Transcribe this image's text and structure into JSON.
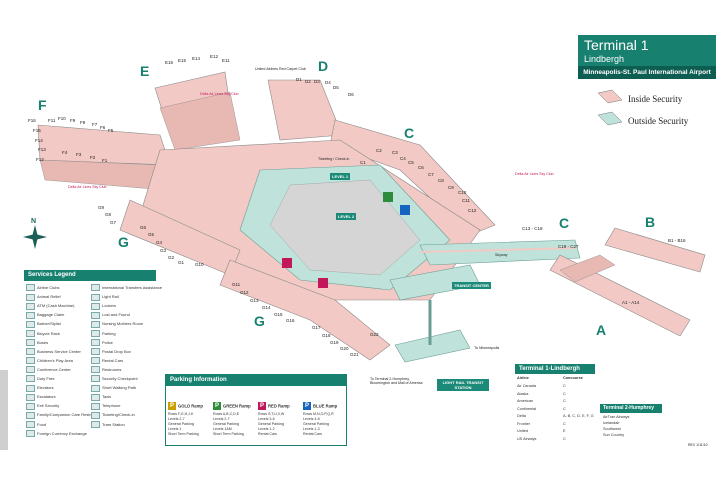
{
  "title": {
    "terminal": "Terminal 1",
    "name": "Lindbergh",
    "airport": "Minneapolis-St. Paul International Airport"
  },
  "legend": {
    "inside": "Inside Security",
    "outside": "Outside Security"
  },
  "concourses": {
    "A": "A",
    "B": "B",
    "C": "C",
    "C2": "C",
    "D": "D",
    "E": "E",
    "F": "F",
    "G": "G",
    "G2": "G"
  },
  "gate_ranges": {
    "b": "B1 - B16",
    "c_far": "C13 - C18",
    "c_far2": "C19 - C27",
    "a": "A1 - A14"
  },
  "gates": {
    "e": [
      "E16",
      "E15",
      "E14",
      "E12",
      "E11"
    ],
    "d": [
      "D1",
      "D2",
      "D3",
      "D4",
      "D5",
      "D6"
    ],
    "f": [
      "F16",
      "F15",
      "F14",
      "F13",
      "F12",
      "F11",
      "F10",
      "F9",
      "F8",
      "F7",
      "F6",
      "F5",
      "F4",
      "F3",
      "F2",
      "F1"
    ],
    "c": [
      "C1",
      "C2",
      "C3",
      "C4",
      "C5",
      "C6",
      "C7",
      "C8",
      "C9",
      "C10",
      "C11",
      "C12"
    ],
    "g_left": [
      "G9",
      "G8",
      "G7",
      "G6",
      "G5",
      "G4",
      "G3",
      "G2",
      "G1"
    ],
    "g_bottom": [
      "G10",
      "G11",
      "G12",
      "G13",
      "G14",
      "G15",
      "G16",
      "G17",
      "G18",
      "G19",
      "G20",
      "G21",
      "G22"
    ]
  },
  "labels": {
    "level1": "LEVEL 1",
    "level2": "LEVEL 2",
    "transit": "TRANSIT CENTER",
    "lightrail": "LIGHT RAIL TRANSIT STATION",
    "to_mpls": "To Minneapolis",
    "to_terminal2": "To Terminal 2-Humphrey, Bloomington and Mall of America",
    "delta_sky": "Delta Air Lines Sky Club",
    "delta_sky2": "Delta Air Lines Sky Club",
    "delta_sky3": "Delta Air Lines Sky Club",
    "united": "United Airlines Red Carpet Club",
    "baggage": "Ticketing / Check-in",
    "connector": "Skyway"
  },
  "north": "N",
  "services": {
    "title": "Services Legend",
    "col1": [
      "Airline Clubs",
      "Animal Relief",
      "ATM (Cash Machine)",
      "Baggage Claim",
      "Barber/Stylist",
      "Bicycle Rack",
      "Buses",
      "Business Service Center",
      "Children's Play Area",
      "Conference Center",
      "Duty Free",
      "Elevators",
      "Escalators",
      "Exit Security",
      "Family/Companion Care Restroom",
      "Food",
      "Foreign Currency Exchange"
    ],
    "col2": [
      "International Transfers Assistance",
      "Light Rail",
      "Lockers",
      "Lost and Found",
      "Nursing Mothers Room",
      "Parking",
      "Police",
      "Postal Drop Box",
      "Rental Cars",
      "Restrooms",
      "Security Checkpoint",
      "Short Walking Path",
      "Taxis",
      "Telephone",
      "Ticketing/Check-in",
      "Tram Station"
    ]
  },
  "parking": {
    "title": "Parking Information",
    "ramps": [
      {
        "letter": "P",
        "name": "GOLD Ramp",
        "desc": "Rows F,G,H,J,K",
        "l1": "Levels 2-7",
        "l2": "General Parking",
        "l3": "Levels 1",
        "l4": "Short Term Parking",
        "color": "#c9a000"
      },
      {
        "letter": "P",
        "name": "GREEN Ramp",
        "desc": "Rows A,B,C,D,E",
        "l1": "Levels 2-7",
        "l2": "General Parking",
        "l3": "Levels 1&amp;M",
        "l4": "Short Term Parking",
        "color": "#2e8b3a"
      },
      {
        "letter": "P",
        "name": "RED Ramp",
        "desc": "Rows S,T,U,V,W",
        "l1": "Levels 3-6",
        "l2": "General Parking",
        "l3": "Levels 1-2",
        "l4": "Rental Cars",
        "color": "#c2185b"
      },
      {
        "letter": "P",
        "name": "BLUE Ramp",
        "desc": "Rows M,N,O,P,Q,R",
        "l1": "Levels 4-8",
        "l2": "General Parking",
        "l3": "Levels 1-3",
        "l4": "Rental Cars",
        "color": "#1565c0"
      }
    ]
  },
  "airlines": {
    "title": "Terminal 1-Lindbergh",
    "col_airline": "Airline",
    "col_concourse": "Concourse",
    "rows": [
      [
        "Air Canada",
        "C"
      ],
      [
        "Alaska",
        "C"
      ],
      [
        "American",
        "C"
      ],
      [
        "Continental",
        "C"
      ],
      [
        "Delta",
        "A, B, C, D, E, F, G"
      ],
      [
        "Frontier",
        "C"
      ],
      [
        "United",
        "E"
      ],
      [
        "US Airways",
        "C"
      ]
    ]
  },
  "terminal2": {
    "title": "Terminal 2-Humphrey",
    "rows": [
      "AirTran Airways",
      "Icelandair",
      "Southwest",
      "Sun Country"
    ]
  },
  "revision": "REV 1/11/10",
  "colors": {
    "inside": "#f2c9c4",
    "outside": "#bfe3db",
    "accent": "#17806f",
    "gray": "#d5d5d5"
  }
}
